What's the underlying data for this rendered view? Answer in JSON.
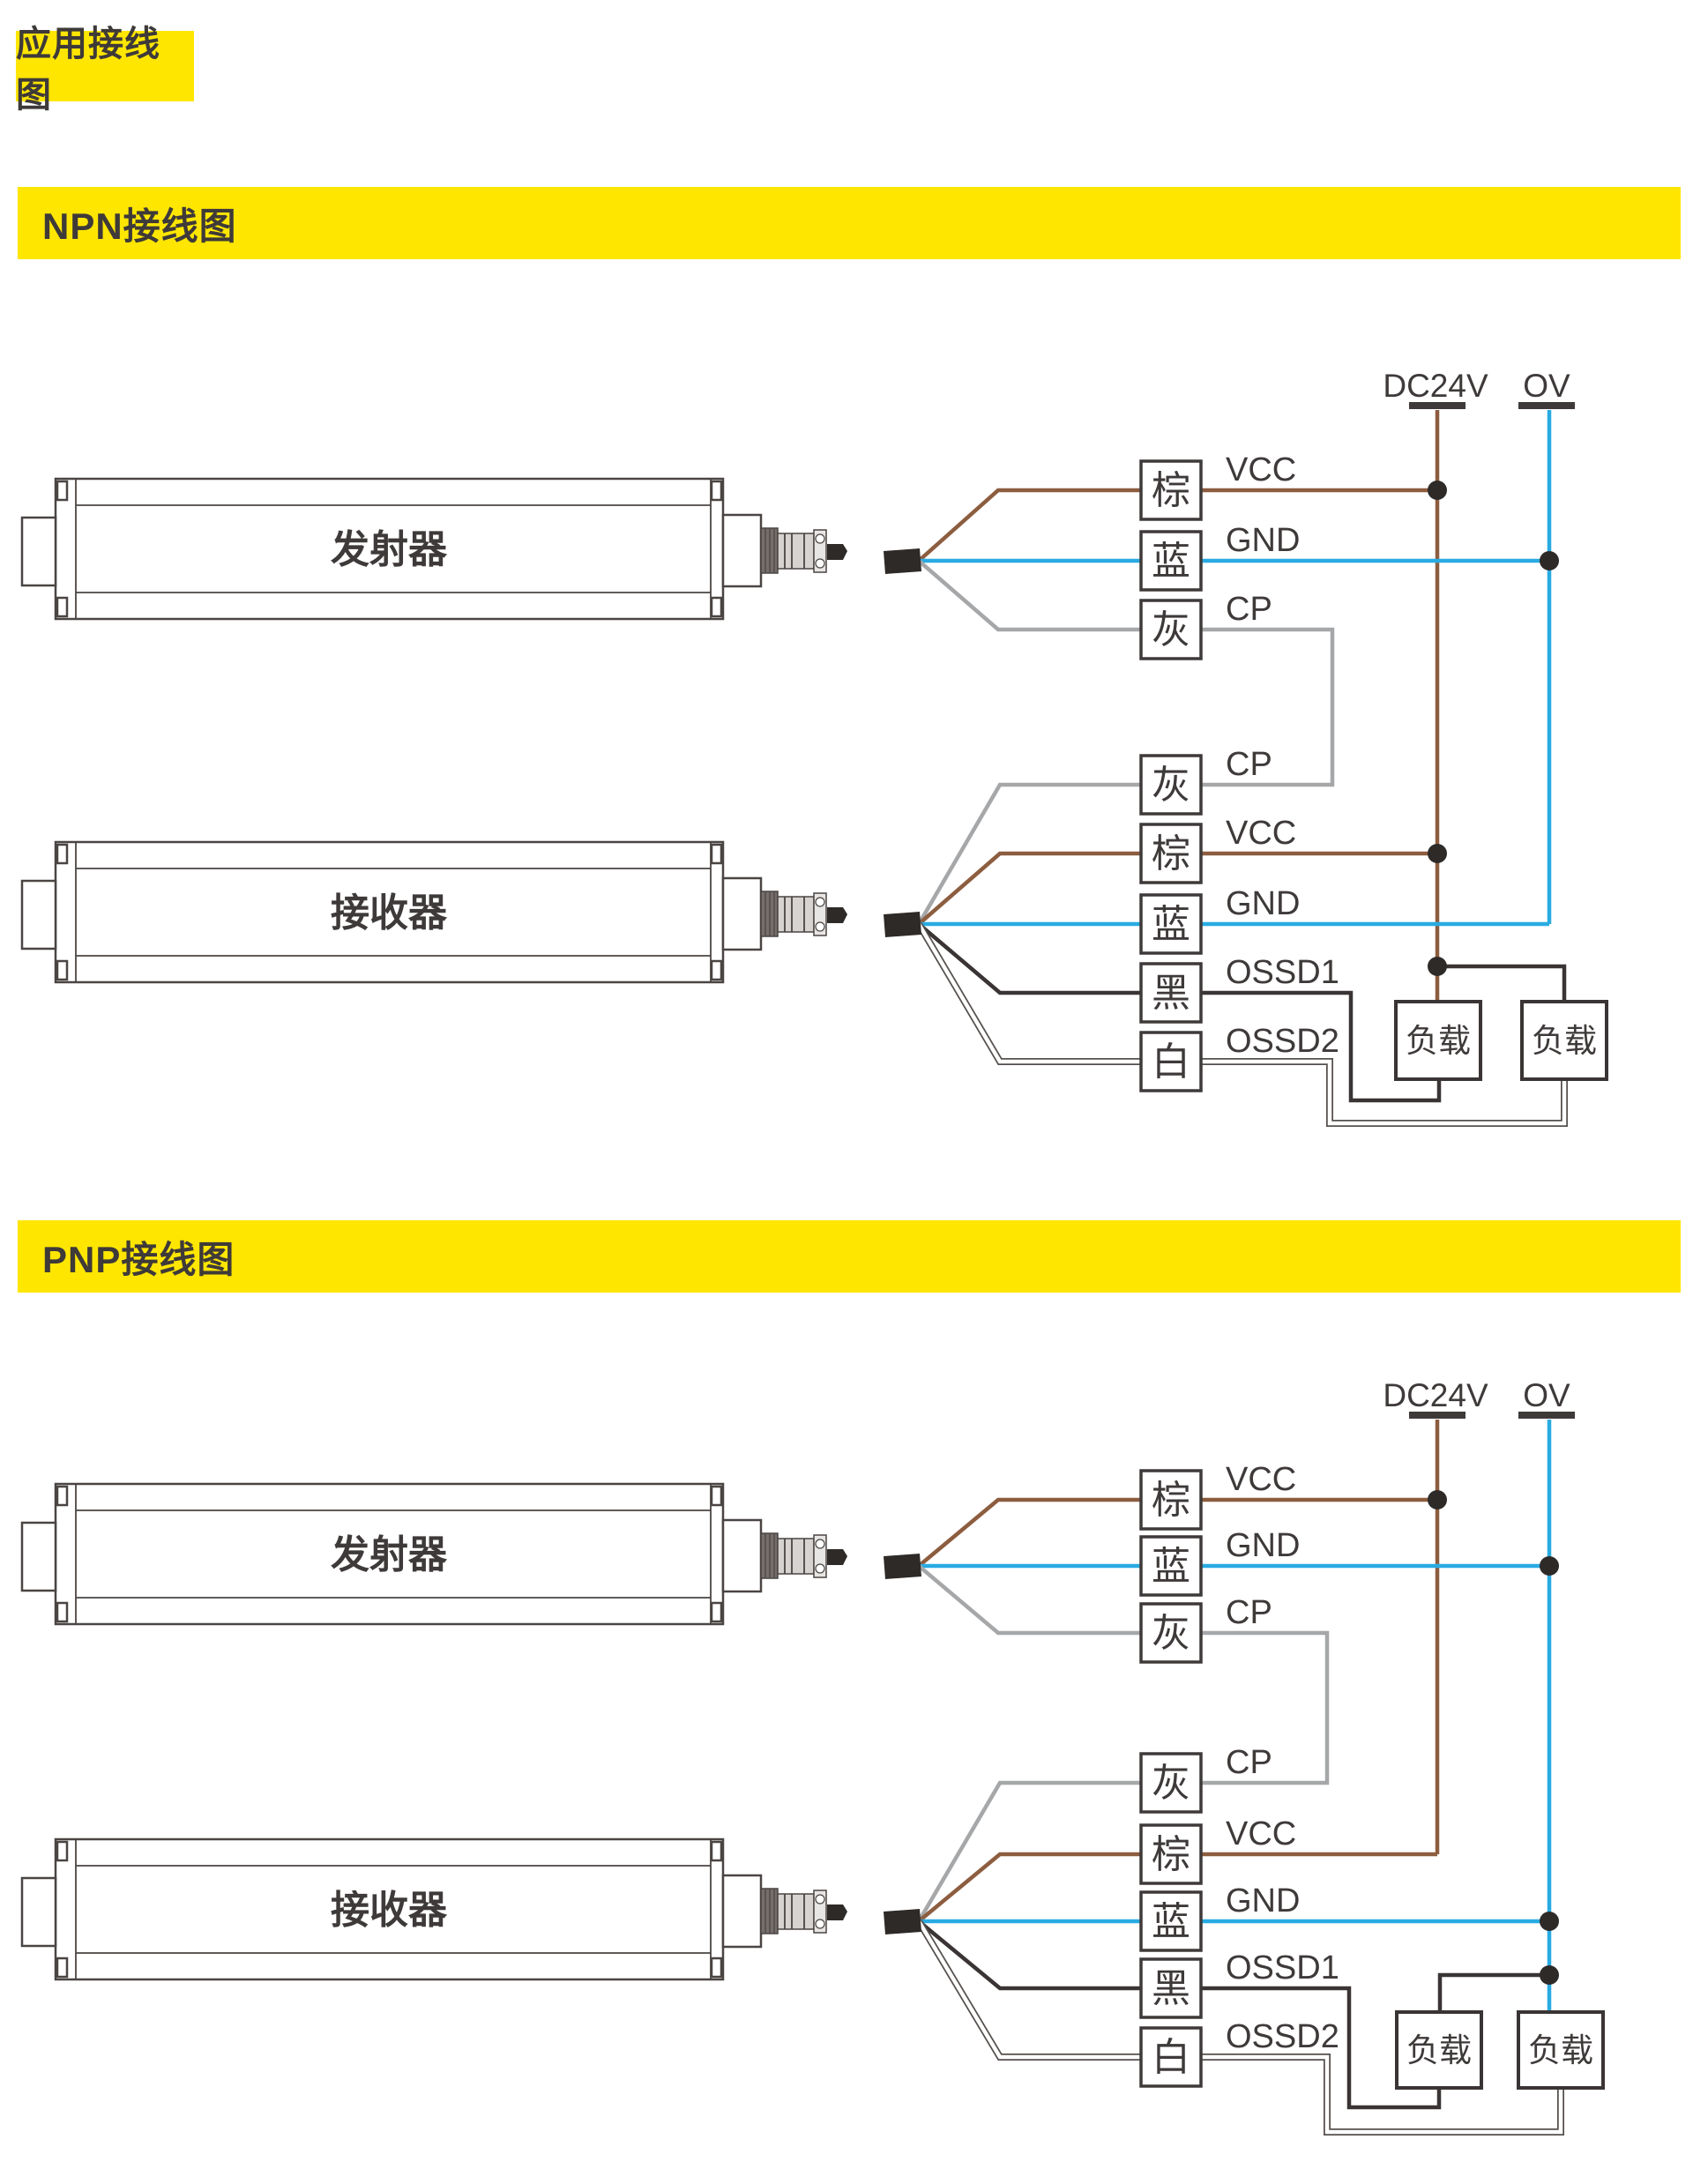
{
  "page": {
    "title": "应用接线图"
  },
  "sections": {
    "npn": {
      "heading": "NPN接线图"
    },
    "pnp": {
      "heading": "PNP接线图"
    }
  },
  "diagram": {
    "power": {
      "positive": "DC24V",
      "zero": "OV"
    },
    "devices": {
      "transmitter": "发射器",
      "receiver": "接收器"
    },
    "wire_tags": {
      "brown": "棕",
      "blue": "蓝",
      "gray": "灰",
      "black": "黑",
      "white": "白"
    },
    "signals": {
      "vcc": "VCC",
      "gnd": "GND",
      "cp": "CP",
      "ossd1": "OSSD1",
      "ossd2": "OSSD2"
    },
    "load": "负载",
    "colors": {
      "accent_yellow": "#FFE600",
      "ink": "#3E3A39",
      "wire_brown": "#8C5D3F",
      "wire_blue": "#29ABE2",
      "wire_gray": "#A5A7A9",
      "wire_black": "#3A3534",
      "wire_white": "#FFFFFF"
    }
  }
}
